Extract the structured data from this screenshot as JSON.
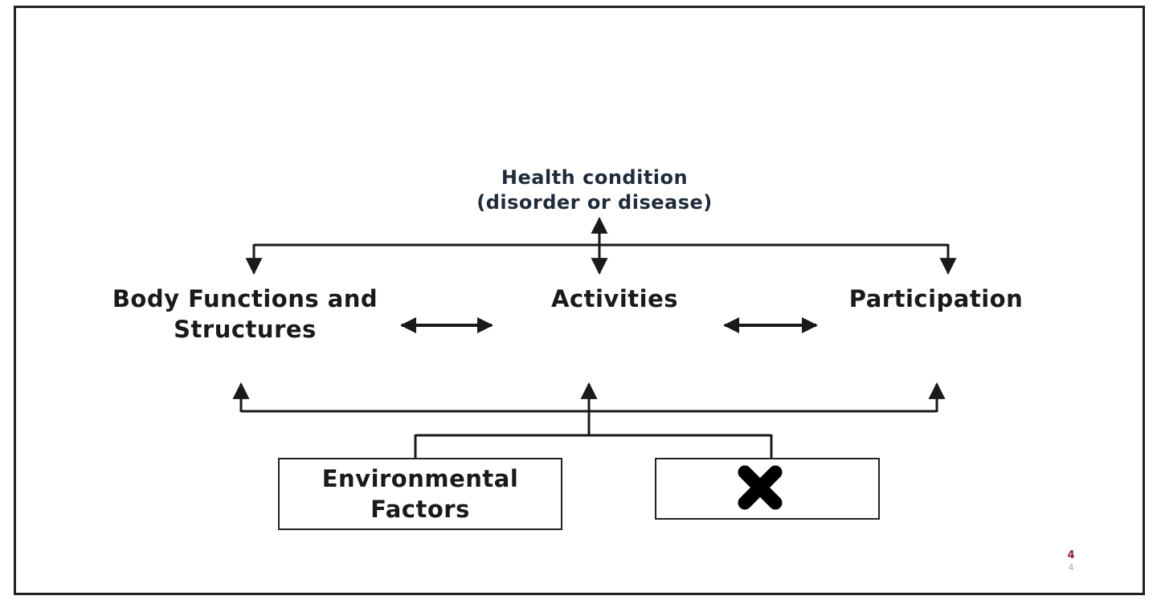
{
  "diagram": {
    "health_condition": {
      "line1": "Health condition",
      "line2": "(disorder or disease)"
    },
    "body_functions": {
      "line1": "Body Functions and",
      "line2": "Structures"
    },
    "activities": "Activities",
    "participation": "Participation",
    "environmental_factors": {
      "line1": "Environmental",
      "line2": "Factors"
    },
    "personal_factors_marker": "cross-mark-icon",
    "page_number": "4",
    "page_number_shadow": "4"
  },
  "colors": {
    "line": "#1a1a1a",
    "text": "#1a1a1a",
    "page_number": "#8a1f3a"
  }
}
